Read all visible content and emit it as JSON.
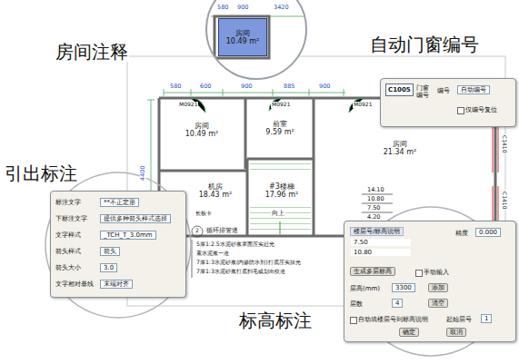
{
  "diagram": {
    "nodes": [
      {
        "text": [
          "房间",
          "10.49 m²"
        ]
      },
      {
        "text": [
          "房间",
          "10.49 m²"
        ]
      },
      {
        "text": [
          "前室",
          "9.59 m²"
        ]
      },
      {
        "text": [
          "房间",
          "21.34 m²"
        ]
      },
      {
        "text": [
          "机房",
          "18.43 m²"
        ]
      },
      {
        "text": [
          "#3楼梯",
          "17.96 m²"
        ]
      },
      {
        "text": [
          "C1005",
          "门窗 编号",
          "编号",
          "自动编号",
          "仅编号复位"
        ]
      },
      {
        "text": [
          "标注文字",
          "**不正定形",
          "下标注文字",
          "提供多种箭头样式选择",
          "文字样式",
          "_TCH_T_3.0mm",
          "箭头样式",
          "箭头",
          "箭头大小",
          "3.0",
          "文字相对基线",
          "末端对齐"
        ]
      },
      {
        "text": [
          "楼层号/标高说明",
          "7.50",
          "10.80",
          "精度",
          "0.000",
          "生成多层标高",
          "手动输入",
          "层高(mm)",
          "3300",
          "层数",
          "4",
          "添加",
          "清空",
          "自动填楼层号到标高说明",
          "起始层号",
          "1",
          "确定",
          "取消"
        ]
      }
    ],
    "labels": [
      "房间注释",
      "自动门窗编号",
      "引出标注",
      "标高标注",
      "580",
      "900",
      "3420",
      "580",
      "600",
      "900",
      "885",
      "900",
      "M0921",
      "M0921",
      "M0921",
      "C1410",
      "C1410",
      "向上",
      "长板卡",
      "2",
      "循环排管道",
      "5厚1:2.5水泥砂浆罩面压实赶光",
      "素水泥浆一道",
      "7厚1:3水泥砂浆(内掺防水剂)打底压实抹光",
      "7厚1:3水泥砂浆打底扫毛或划出纹道",
      "14.10",
      "10.80",
      "7.50",
      "4.20",
      "4400"
    ]
  }
}
